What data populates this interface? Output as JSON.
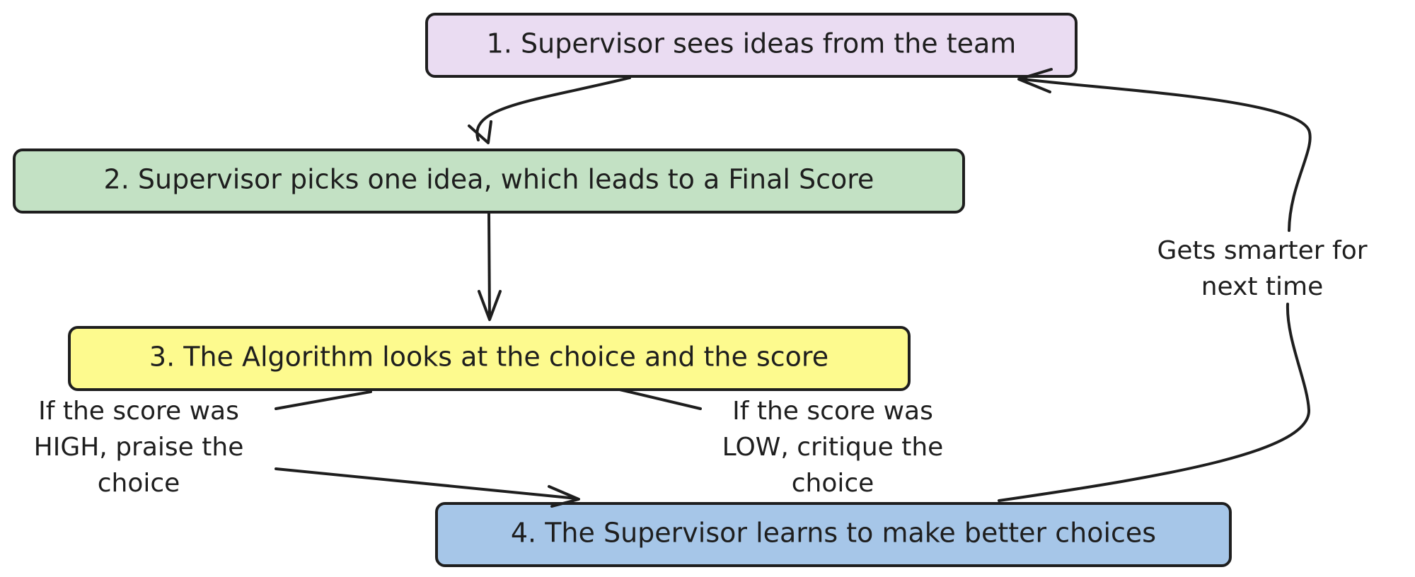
{
  "diagram": {
    "steps": [
      {
        "id": "step1",
        "label": "1. Supervisor sees ideas from the team",
        "color": "#eadcf2"
      },
      {
        "id": "step2",
        "label": "2. Supervisor picks one idea, which leads to a Final Score",
        "color": "#c3e1c4"
      },
      {
        "id": "step3",
        "label": "3. The Algorithm looks at the choice and the score",
        "color": "#fdfa8e"
      },
      {
        "id": "step4",
        "label": "4. The Supervisor learns to make better choices",
        "color": "#a6c6e8"
      }
    ],
    "feedback_high": [
      "If the score was",
      "HIGH, praise the",
      "choice"
    ],
    "feedback_low": [
      "If the score was",
      "LOW, critique the",
      "choice"
    ],
    "loop_label": [
      "Gets smarter for",
      "next time"
    ],
    "stroke_color": "#1e1e1e"
  }
}
